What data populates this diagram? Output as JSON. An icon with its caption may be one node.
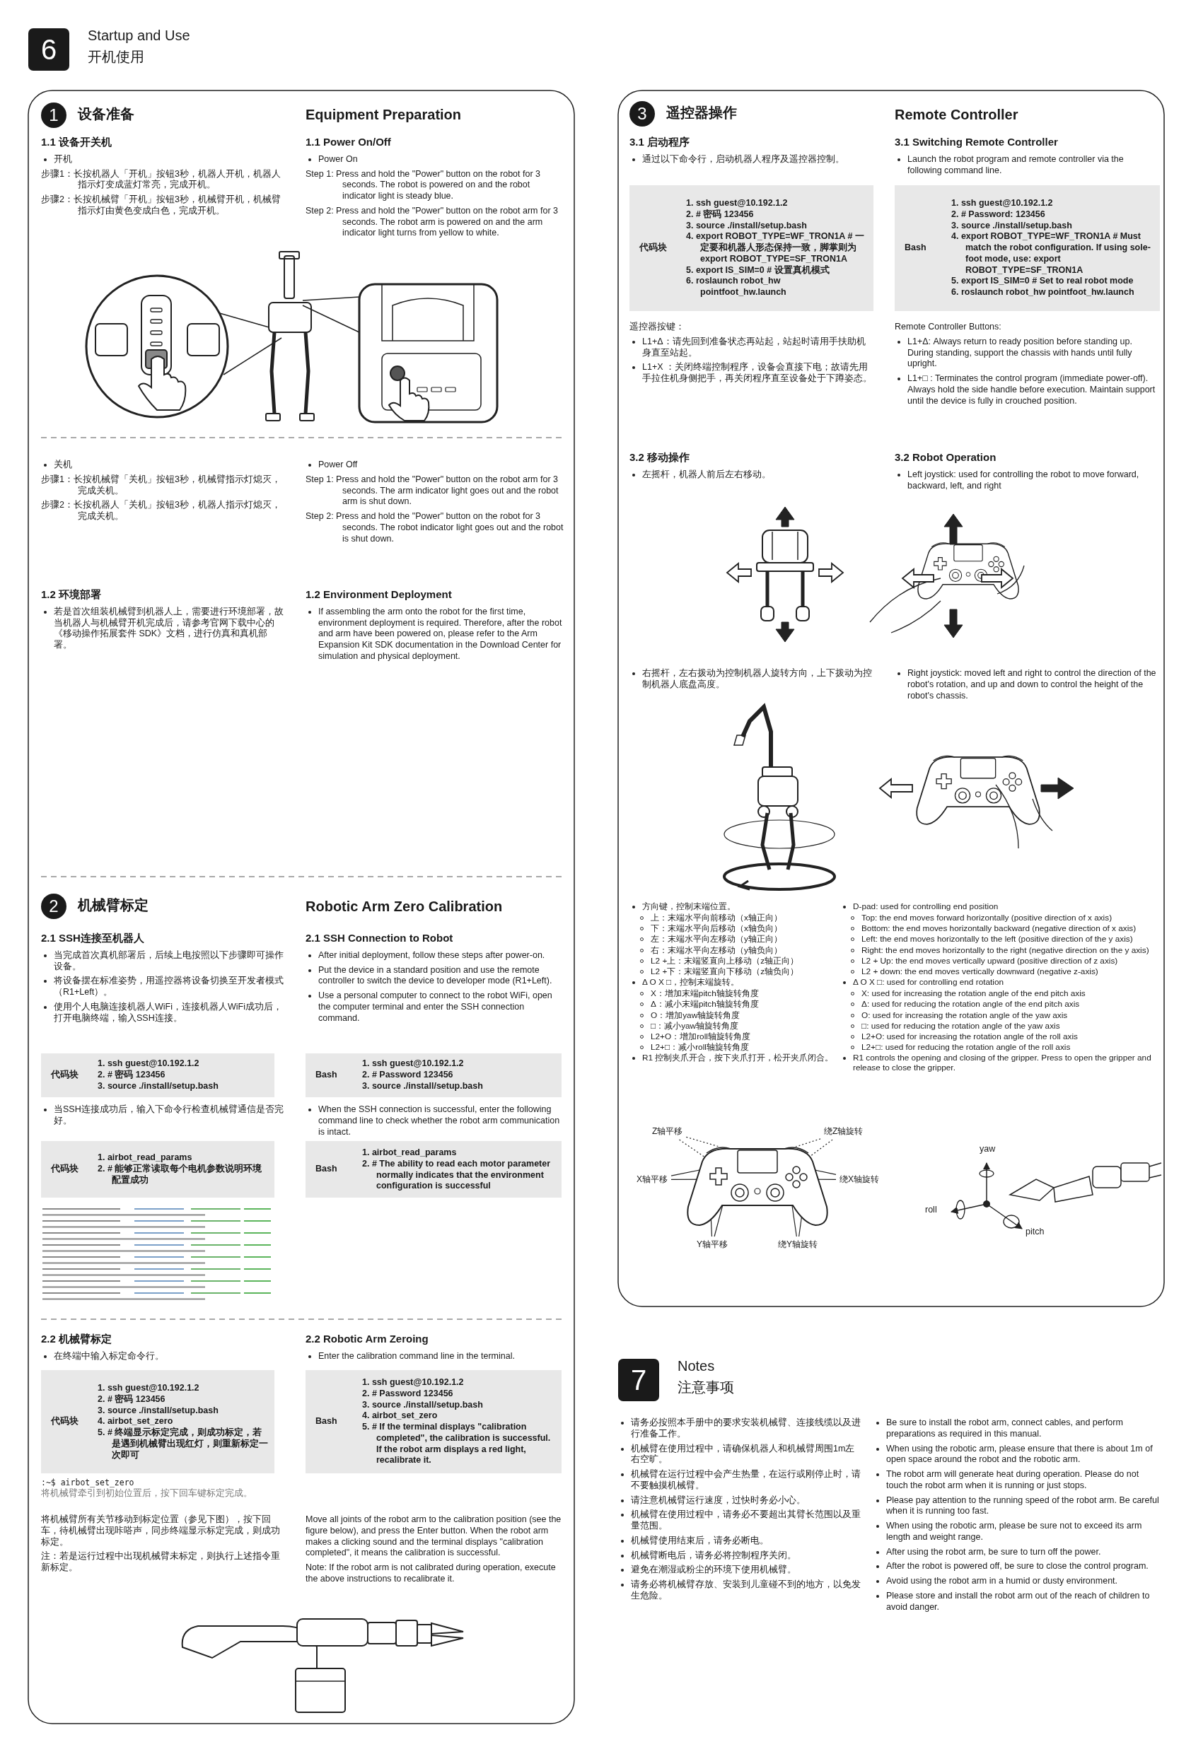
{
  "diagram": {
    "nodes": [
      {
        "text": [
          "6"
        ],
        "beside": [
          "Startup and Use",
          "开机使用"
        ]
      },
      {
        "text": [
          "1"
        ],
        "beside": [
          "设备准备"
        ]
      },
      {
        "text": [
          "3"
        ],
        "beside": [
          "遥控器操作"
        ]
      },
      {
        "text": [
          "2"
        ],
        "beside": [
          "机械臂标定"
        ]
      },
      {
        "text": [
          "Z轴平移"
        ]
      },
      {
        "text": [
          "绕Z轴旋转"
        ]
      },
      {
        "text": [
          "X轴平移"
        ]
      },
      {
        "text": [
          "绕X轴旋转"
        ]
      },
      {
        "text": [
          "Y轴平移"
        ]
      },
      {
        "text": [
          "绕Y轴旋转"
        ]
      },
      {
        "text": [],
        "shape": "picture"
      },
      {
        "text": [
          "7"
        ],
        "beside": [
          "Notes",
          "注意事项"
        ]
      }
    ],
    "edges": [
      {
        "from": 4,
        "to": 10,
        "arrow": "none",
        "style": "dashed"
      },
      {
        "from": 4,
        "to": 10,
        "arrow": "none",
        "style": "dashed"
      },
      {
        "from": 5,
        "to": 10,
        "arrow": "none",
        "style": "dashed"
      },
      {
        "from": 5,
        "to": 10,
        "arrow": "none",
        "style": "dashed"
      },
      {
        "from": 6,
        "to": 10,
        "arrow": "none"
      },
      {
        "from": 6,
        "to": 10,
        "arrow": "none"
      },
      {
        "from": 7,
        "to": 10,
        "arrow": "none"
      },
      {
        "from": 7,
        "to": 10,
        "arrow": "none"
      },
      {
        "from": 8,
        "to": 10,
        "arrow": "none"
      },
      {
        "from": 8,
        "to": 10,
        "arrow": "none"
      },
      {
        "from": 9,
        "to": 10,
        "arrow": "none"
      },
      {
        "from": 9,
        "to": 10,
        "arrow": "none"
      }
    ],
    "labels": [
      "Equipment Preparation",
      "1.1 设备开关机",
      "开机",
      "步骤1：长按机器人「开机」按钮3秒，机器人开机，机器人指示灯变成蓝灯常亮，完成开机。",
      "步骤2：长按机械臂「开机」按钮3秒，机械臂开机，机械臂指示灯由黄色变成白色，完成开机。",
      "1.1 Power On/Off",
      "Power On",
      "Step 1: Press and hold the \"Power\" button on the robot for 3 seconds. The robot is powered on and the robot indicator light is steady blue.",
      "Step 2: Press and hold the \"Power\" button on the robot arm for 3 seconds. The robot arm is powered on and the arm indicator light turns from yellow to white.",
      "关机",
      "步骤1：长按机械臂「关机」按钮3秒，机械臂指示灯熄灭，完成关机。",
      "步骤2：长按机器人「关机」按钮3秒，机器人指示灯熄灭，完成关机。",
      "Power Off",
      "Step 1: Press and hold the \"Power\" button on the robot arm for 3 seconds. The arm indicator light goes out and the robot arm is shut down.",
      "Step 2: Press and hold the \"Power\" button on the robot for 3 seconds. The robot indicator light goes out and the robot is shut down.",
      "1.2 环境部署",
      "若是首次组装机械臂到机器人上，需要进行环境部署，故当机器人与机械臂开机完成后，请参考官网下载中心的《移动操作拓展套件 SDK》文档，进行仿真和真机部署。",
      "1.2 Environment Deployment",
      "If assembling the arm onto the robot for the first time, environment deployment is required. Therefore, after the robot and arm have been powered on, please refer to the Arm Expansion Kit SDK documentation in the Download Center for simulation and physical deployment.",
      "Robotic Arm Zero Calibration",
      "2.1 SSH连接至机器人",
      "当完成首次真机部署后，后续上电按照以下步骤即可操作设备。",
      "将设备摆在标准姿势，用遥控器将设备切换至开发者模式（R1+Left）。",
      "使用个人电脑连接机器人WiFi，连接机器人WiFi成功后，打开电脑终端，输入SSH连接。",
      "2.1 SSH Connection to Robot",
      "After initial deployment, follow these steps after power-on.",
      "Put the device in a standard position and use the remote controller to switch the device to developer mode (R1+Left).",
      "Use a personal computer to connect to the robot WiFi, open the computer terminal and enter the SSH connection command.",
      "代码块",
      "1. ssh guest@10.192.1.2",
      "2. # 密码 123456",
      "3. source ./install/setup.bash",
      "Bash",
      "1. ssh guest@10.192.1.2",
      "2. # Password 123456",
      "3. source ./install/setup.bash",
      "当SSH连接成功后，输入下命令行检查机械臂通信是否完好。",
      "When the SSH connection is successful, enter the following command line to check whether the robot arm communication is intact.",
      "代码块",
      "1. airbot_read_params",
      "2. # 能够正常读取每个电机参数说明环境配置成功",
      "Bash",
      "1. airbot_read_params",
      "2. # The ability to read each motor parameter normally indicates that the environment configuration is successful",
      "2.2 机械臂标定",
      "在终端中输入标定命令行。",
      "2.2 Robotic Arm Zeroing",
      "Enter the calibration command line in the terminal.",
      "代码块",
      "1. ssh guest@10.192.1.2",
      "2. # 密码 123456",
      "3. source ./install/setup.bash",
      "4. airbot_set_zero",
      "5. # 终端显示标定完成，则成功标定，若是遇到机械臂出现红灯，则重新标定一次即可",
      "Bash",
      "1. ssh guest@10.192.1.2",
      "2. # Password 123456",
      "3. source ./install/setup.bash",
      "4. airbot_set_zero",
      "5. # If the terminal displays \"calibration completed\", the calibration is successful. If the robot arm displays a red light, recalibrate it.",
      ":~$ airbot_set_zero",
      "将机械臂牵引到初始位置后，按下回车键标定完成。",
      "将机械臂所有关节移动到标定位置（参见下图），按下回车，待机械臂出现咔嗒声，同步终端显示标定完成，则成功标定。",
      "注：若是运行过程中出现机械臂未标定，则执行上述指令重新标定。",
      "Move all joints of the robot arm to the calibration position (see the figure below), and press the Enter button. When the robot arm makes a clicking sound and the terminal displays \"calibration completed\", it means the calibration is successful.",
      "Note: If the robot arm is not calibrated during operation, execute the above instructions to recalibrate it.",
      "Remote Controller",
      "3.1 启动程序",
      "通过以下命令行，启动机器人程序及遥控器控制。",
      "3.1 Switching Remote Controller",
      "Launch the robot program and remote controller via the following command line.",
      "代码块",
      "1. ssh guest@10.192.1.2",
      "2. # 密码 123456",
      "3. source ./install/setup.bash",
      "4. export ROBOT_TYPE=WF_TRON1A # 一定要和机器人形态保持一致，脚掌则为 export ROBOT_TYPE=SF_TRON1A",
      "5. export IS_SIM=0 # 设置真机模式",
      "6. roslaunch robot_hw pointfoot_hw.launch",
      "Bash",
      "1. ssh guest@10.192.1.2",
      "2. # Password: 123456",
      "3. source ./install/setup.bash",
      "4. export ROBOT_TYPE=WF_TRON1A # Must match the robot configuration. If using sole-foot mode, use: export ROBOT_TYPE=SF_TRON1A",
      "5. export IS_SIM=0 # Set to real robot mode",
      "6. roslaunch robot_hw pointfoot_hw.launch",
      "遥控器按键：",
      "L1+Δ：请先回到准备状态再站起，站起时请用手扶助机身直至站起。",
      "L1+X ：关闭终端控制程序，设备会直接下电；故请先用手拉住机身侧把手，再关闭程序直至设备处于下蹲姿态。",
      "Remote Controller Buttons:",
      "L1+Δ:  Always return to ready position before standing up. During standing, support the chassis with hands until fully upright.",
      "L1+□ :  Terminates the control program (immediate power-off). Always hold the side handle before execution. Maintain support until the device is fully in crouched position.",
      "3.2 移动操作",
      "左摇杆，机器人前后左右移动。",
      "3.2 Robot Operation",
      "Left joystick: used for controlling the robot to move forward, backward, left, and right",
      "右摇杆，左右拨动为控制机器人旋转方向，上下拨动为控制机器人底盘高度。",
      "Right joystick: moved left and right to control the direction of the robot's rotation, and up and down to control the height of the robot's chassis.",
      "方向键，控制末端位置。",
      "上：末端水平向前移动（x轴正向）",
      "下：末端水平向后移动（x轴负向）",
      "左：末端水平向左移动（y轴正向）",
      "右：末端水平向左移动（y轴负向）",
      "L2 +上：末端竖直向上移动（z轴正向）",
      "L2 +下：末端竖直向下移动（z轴负向）",
      "Δ O X □，控制末端旋转。",
      "X：增加末端pitch轴旋转角度",
      "Δ：减小末端pitch轴旋转角度",
      "O：增加yaw轴旋转角度",
      "□：减小yaw轴旋转角度",
      "L2+O：增加roll轴旋转角度",
      "L2+□：减小roll轴旋转角度",
      "R1 控制夹爪开合，按下夹爪打开，松开夹爪闭合。",
      "D-pad: used for controlling end position",
      "Top: the end moves forward horizontally (positive direction of x axis)",
      "Bottom: the end moves horizontally backward (negative direction of x axis)",
      "Left: the end moves horizontally to the left (positive direction of the y axis)",
      "Right: the end moves horizontally to the right (negative direction on the y axis)",
      "L2 + Up: the end moves vertically upward (positive direction of z axis)",
      "L2 + down: the end moves vertically downward (negative z-axis)",
      "Δ O X □: used for controlling end rotation",
      "X: used for increasing the rotation angle of the end pitch axis",
      "Δ: used for reducing the rotation angle of the end pitch axis",
      "O: used for increasing the rotation angle of the yaw axis",
      "□: used for reducing the rotation angle of the yaw axis",
      "L2+O: used for increasing the rotation angle of the roll axis",
      "L2+□: used for reducing the rotation angle of the roll axis",
      "R1 controls the opening and closing of the gripper. Press to open the gripper and release to close the gripper.",
      "yaw",
      "roll",
      "pitch",
      "请务必按照本手册中的要求安装机械臂、连接线缆以及进行准备工作。",
      "机械臂在使用过程中，请确保机器人和机械臂周围1m左右空旷。",
      "机械臂在运行过程中会产生热量，在运行或刚停止时，请不要触摸机械臂。",
      "请注意机械臂运行速度，过快时务必小心。",
      "机械臂在使用过程中，请务必不要超出其臂长范围以及重量范围。",
      "机械臂使用结束后，请务必断电。",
      "机械臂断电后，请务必将控制程序关闭。",
      "避免在潮湿或粉尘的环境下使用机械臂。",
      "请务必将机械臂存放、安装到儿童碰不到的地方，以免发生危险。",
      "Be sure to install the robot arm, connect cables, and perform preparations as required in this manual.",
      "When using the robotic arm, please ensure that there is about 1m of open space around the robot and the robotic arm.",
      "The robot arm will generate heat during operation. Please do not touch the robot arm when it is running or just stops.",
      "Please pay attention to the running speed of the robot arm. Be careful when it is running too fast.",
      "When using the robotic arm, please be sure not to exceed its arm length and weight range.",
      "After using the robot arm, be sure to turn off the power.",
      "After the robot is powered off, be sure to close the control program.",
      "Avoid using the robot arm in a humid or dusty environment.",
      "Please store and install the robot arm out of the reach of children to avoid danger."
    ]
  }
}
